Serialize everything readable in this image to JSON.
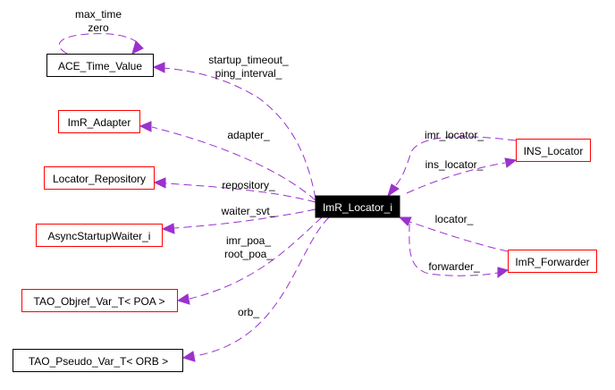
{
  "diagram": {
    "colors": {
      "edge": "#9a32cd",
      "incomplete_border": "#ff0000",
      "normal_border": "#000000",
      "main_fill": "#000000"
    },
    "nodes": {
      "ace_time_value": "ACE_Time_Value",
      "imr_adapter": "ImR_Adapter",
      "locator_repository": "Locator_Repository",
      "async_startup_waiter": "AsyncStartupWaiter_i",
      "tao_objref_var": "TAO_Objref_Var_T< POA >",
      "tao_pseudo_var": "TAO_Pseudo_Var_T< ORB >",
      "imr_locator_i": "ImR_Locator_i",
      "ins_locator": "INS_Locator",
      "imr_forwarder": "ImR_Forwarder"
    },
    "edge_labels": {
      "max_time": "max_time",
      "zero": "zero",
      "startup_timeout": "startup_timeout_",
      "ping_interval": "ping_interval_",
      "adapter": "adapter_",
      "repository": "repository_",
      "waiter_svt": "waiter_svt_",
      "imr_poa": "imr_poa_",
      "root_poa": "root_poa_",
      "orb": "orb_",
      "imr_locator": "imr_locator_",
      "ins_locator": "ins_locator_",
      "locator": "locator_",
      "forwarder": "forwarder_"
    }
  }
}
